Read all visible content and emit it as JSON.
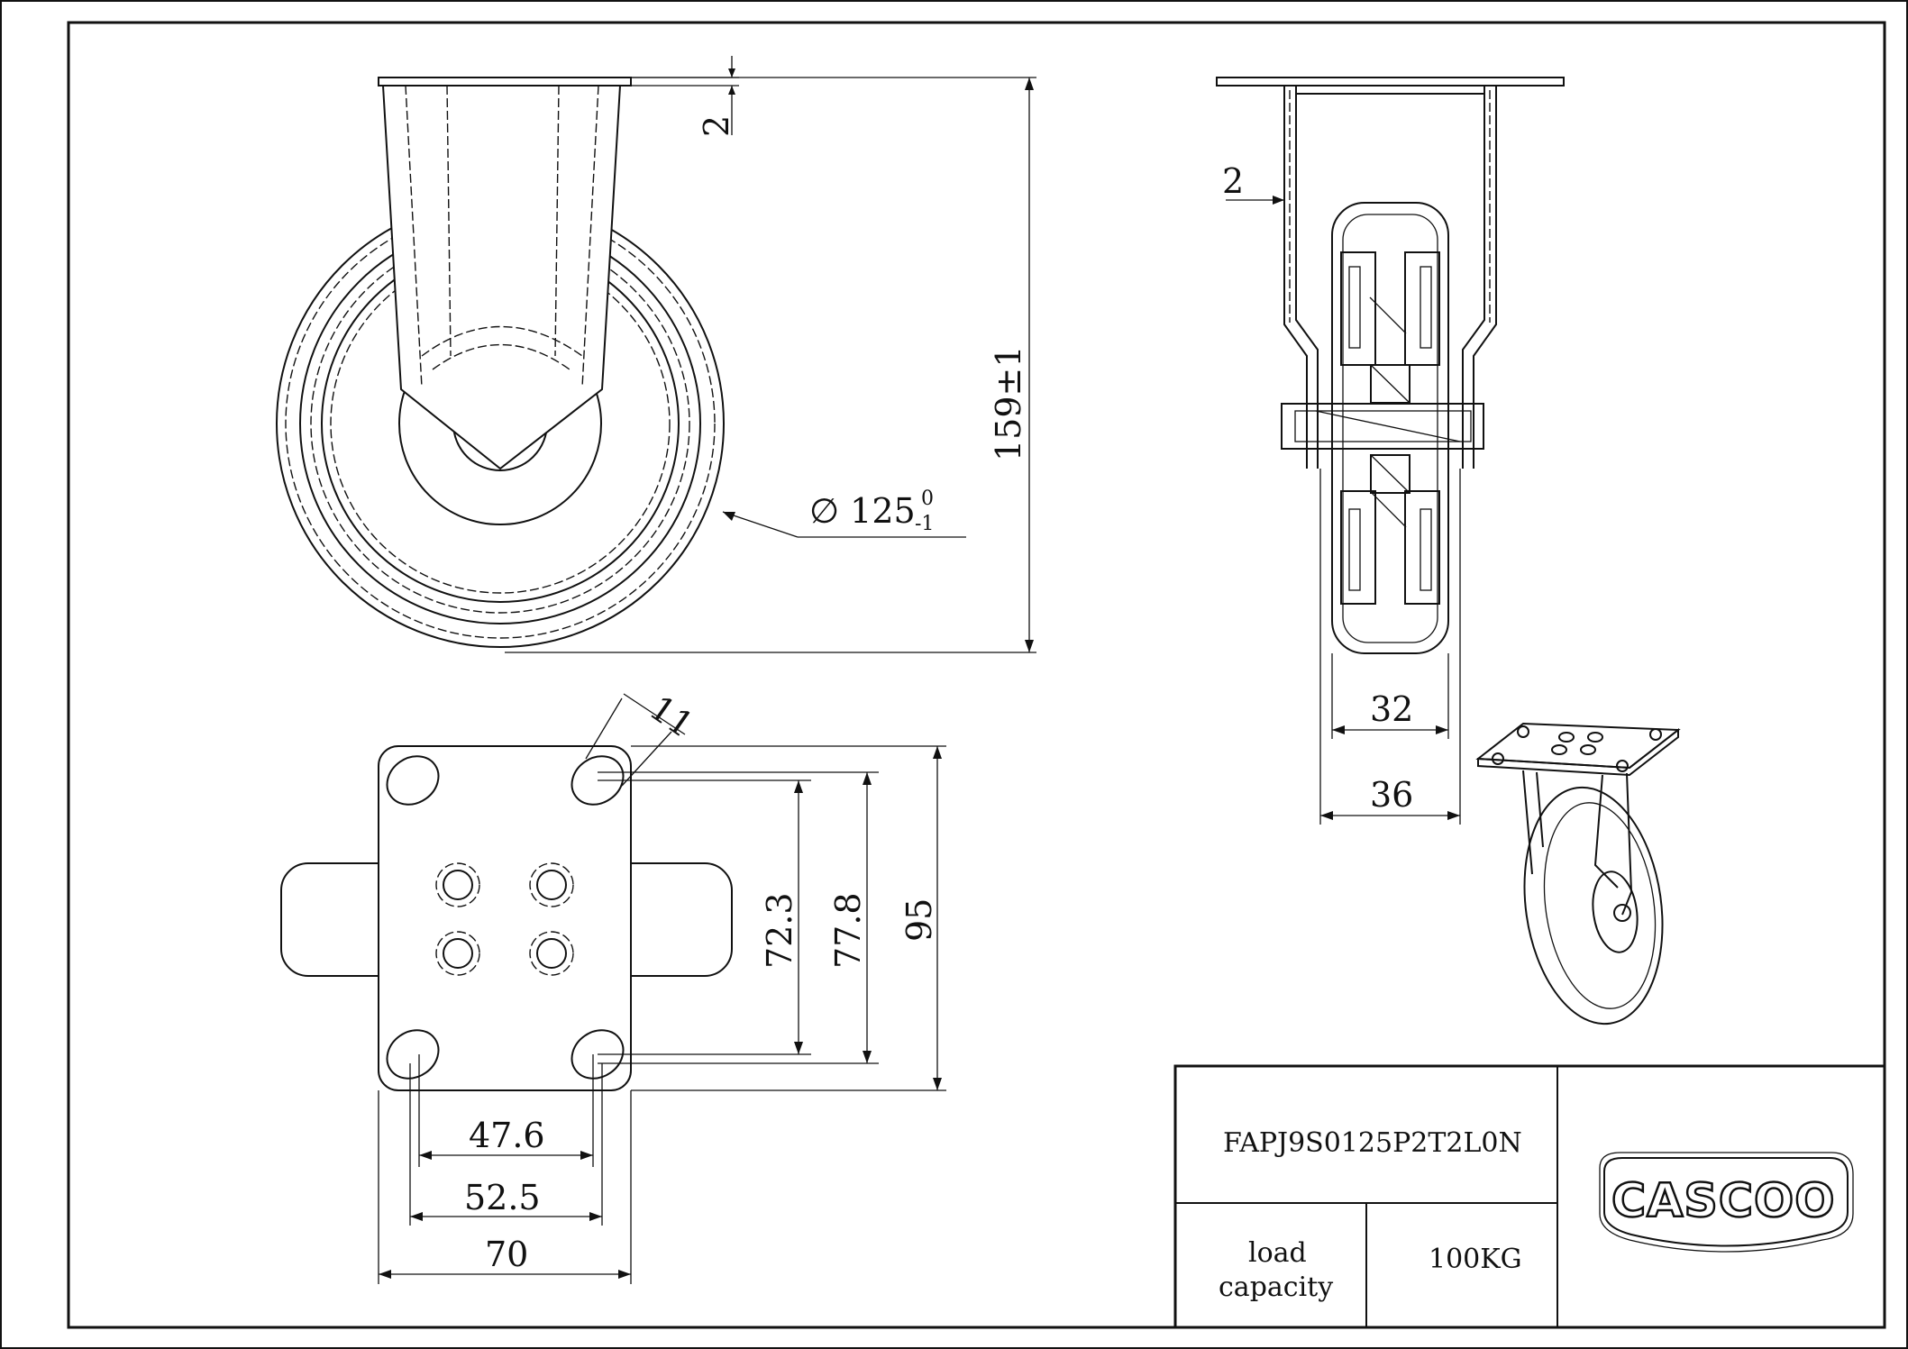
{
  "front_view": {
    "dim_top_plate_thickness": "2",
    "dim_height": "159±1",
    "dim_wheel_diameter": "∅ 125",
    "dim_wheel_tol_upper": "0",
    "dim_wheel_tol_lower": "-1"
  },
  "side_view": {
    "dim_fork_thickness": "2",
    "dim_wheel_width": "32",
    "dim_hub_width": "36"
  },
  "plate_view": {
    "dim_slot_width": "11",
    "dim_inner_y": "72.3",
    "dim_outer_y": "77.8",
    "dim_plate_y": "95",
    "dim_inner_x": "47.6",
    "dim_outer_x": "52.5",
    "dim_plate_x": "70"
  },
  "title_block": {
    "part_number": "FAPJ9S0125P2T2L0N",
    "load_capacity_label_line1": "load",
    "load_capacity_label_line2": "capacity",
    "load_capacity_value": "100KG",
    "brand_logo": "CASCOO"
  }
}
